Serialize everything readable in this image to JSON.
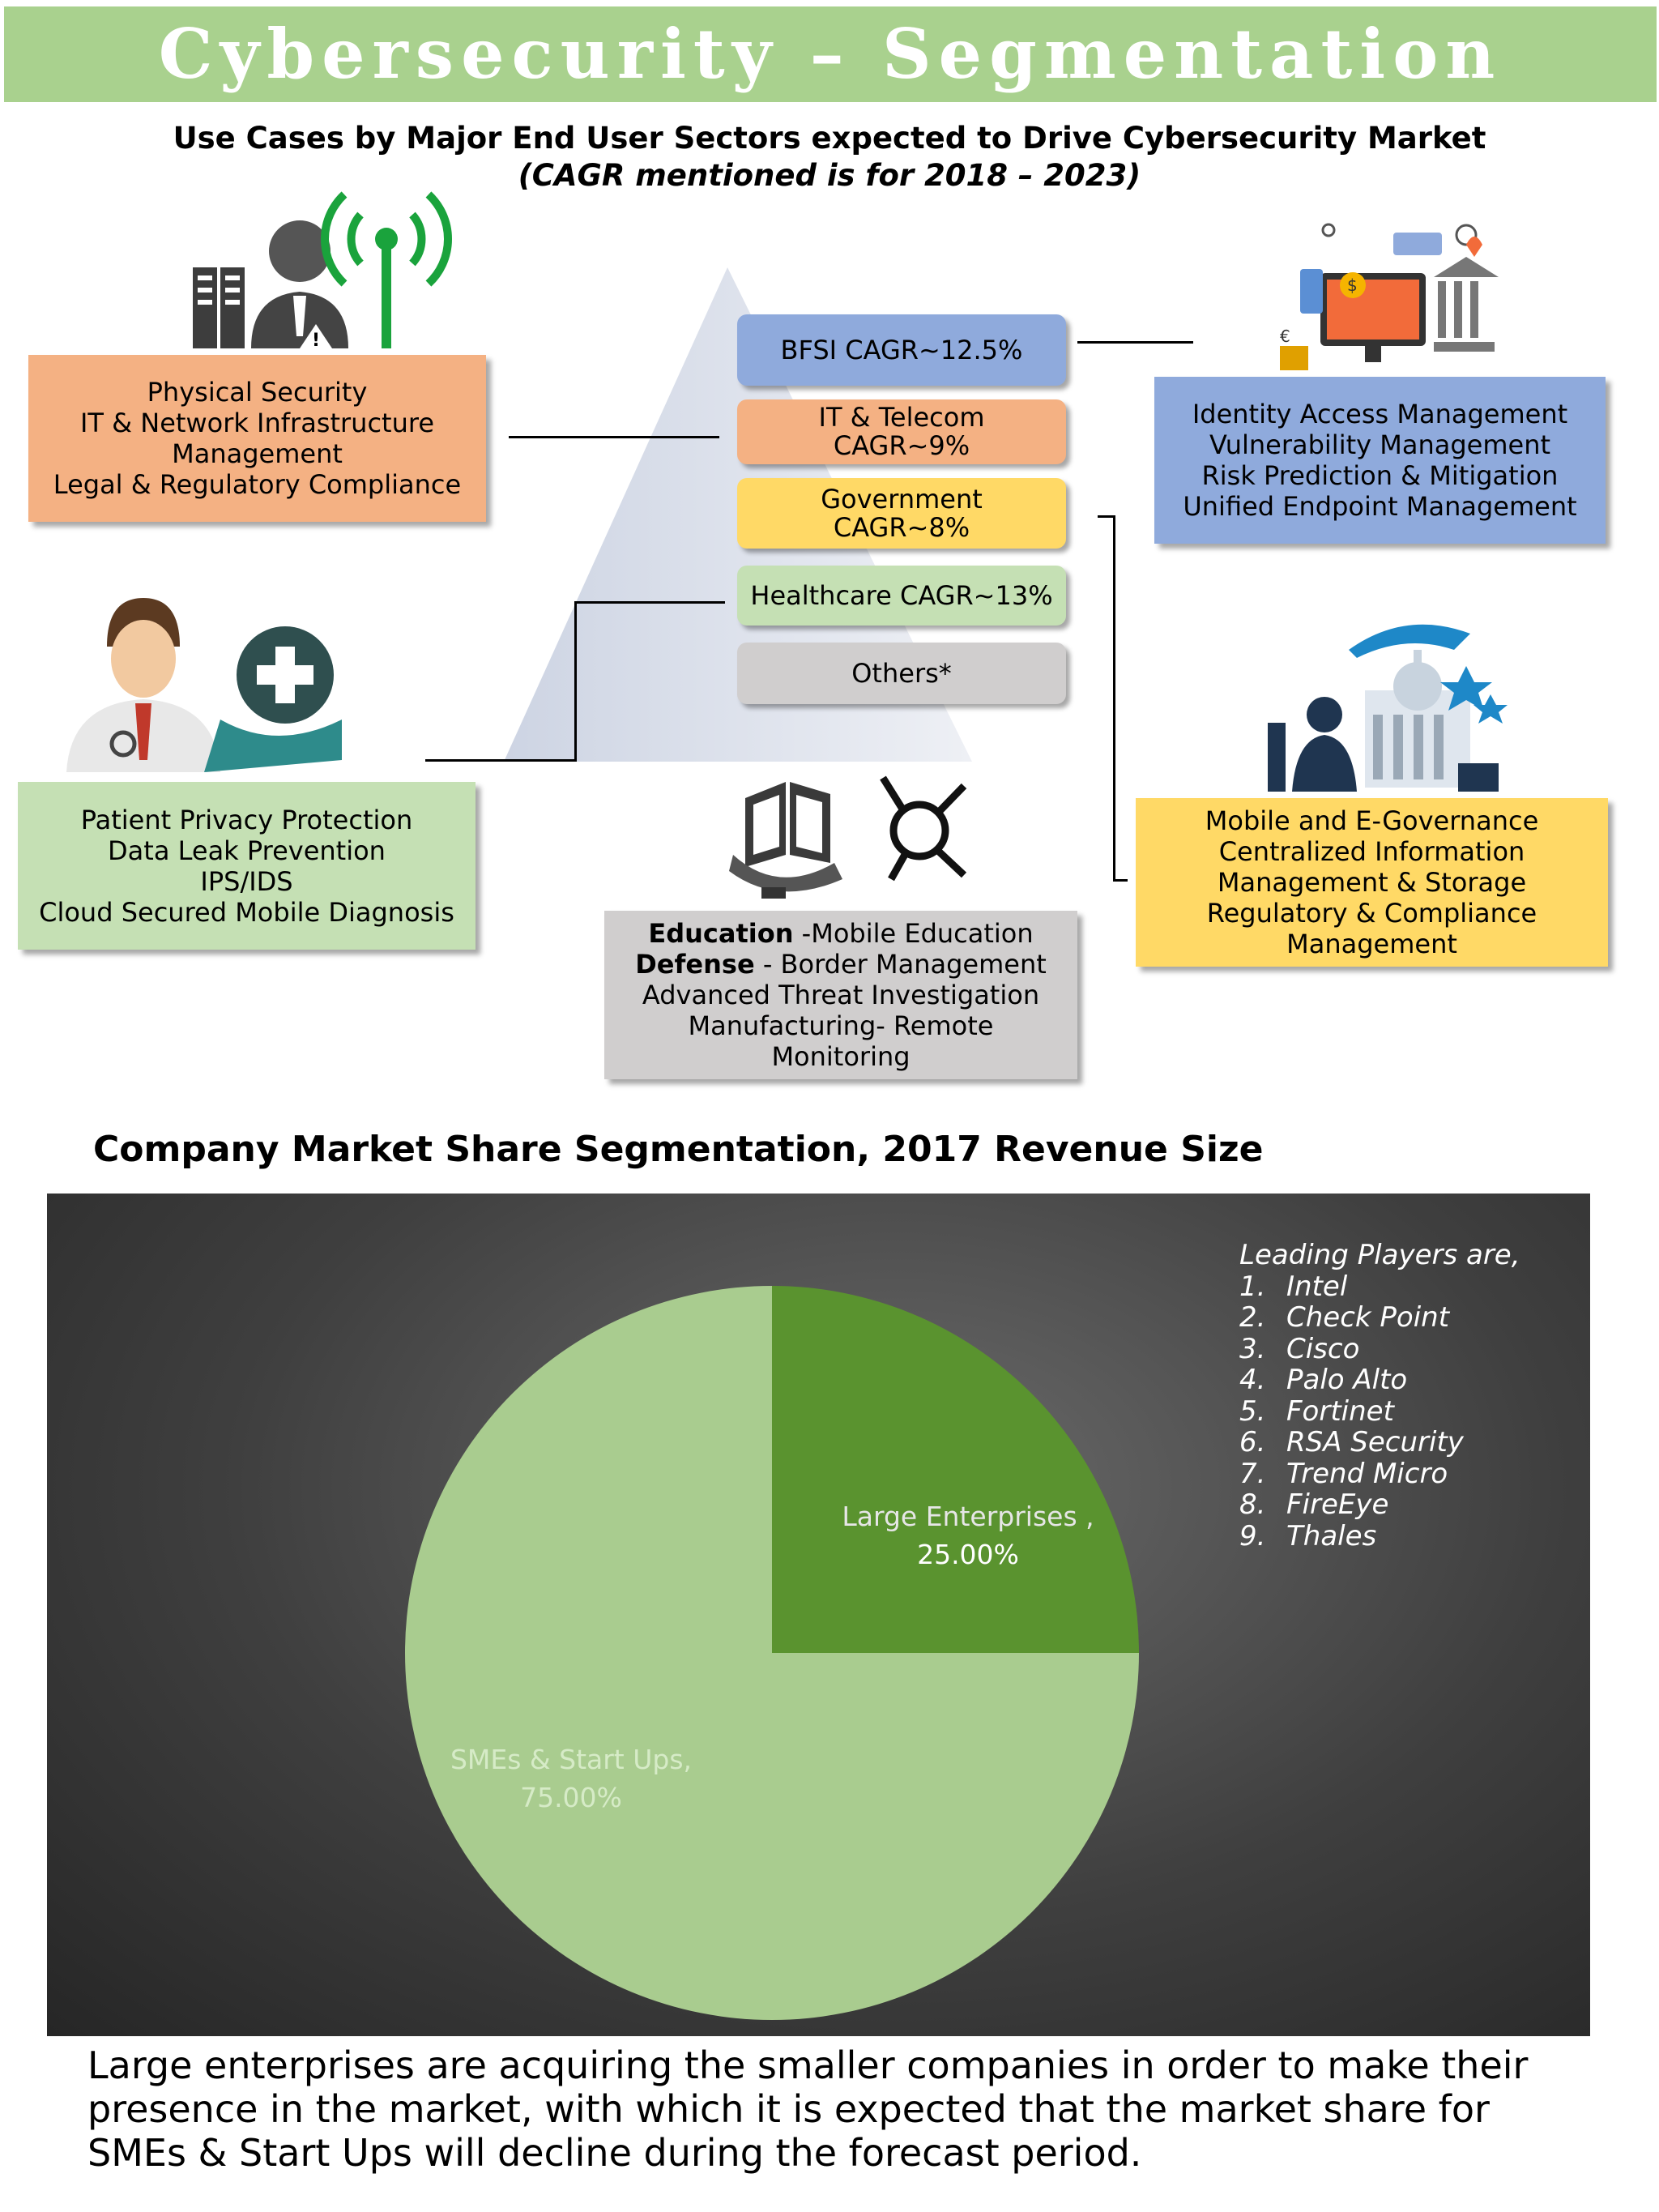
{
  "title": "Cybersecurity – Segmentation",
  "subtitle": {
    "line1": "Use Cases by Major End User Sectors expected to Drive Cybersecurity Market",
    "line2": "(CAGR mentioned is for 2018 – 2023)"
  },
  "pyramid": {
    "levels": [
      {
        "label": "BFSI CAGR~12.5%"
      },
      {
        "label": "IT & Telecom",
        "label2": "CAGR~9%"
      },
      {
        "label": "Government",
        "label2": "CAGR~8%"
      },
      {
        "label": "Healthcare CAGR~13%"
      },
      {
        "label": "Others*"
      }
    ]
  },
  "use_cases": {
    "it_telecom": [
      "Physical Security",
      "IT & Network Infrastructure",
      "Management",
      "Legal & Regulatory Compliance"
    ],
    "bfsi": [
      "Identity Access Management",
      "Vulnerability Management",
      "Risk Prediction & Mitigation",
      "Unified Endpoint Management"
    ],
    "healthcare": [
      "Patient Privacy Protection",
      "Data Leak Prevention",
      "IPS/IDS",
      "Cloud Secured Mobile Diagnosis"
    ],
    "government": [
      "Mobile and E-Governance",
      "Centralized Information",
      "Management & Storage",
      "Regulatory & Compliance",
      "Management"
    ],
    "others": {
      "education_bold": "Education",
      "education_rest": " -Mobile Education",
      "defense_bold": "Defense",
      "defense_rest": " - Border Management",
      "line3": "Advanced Threat Investigation",
      "line4": "Manufacturing- Remote",
      "line5": "Monitoring"
    }
  },
  "market_share": {
    "heading": "Company Market Share Segmentation, 2017 Revenue Size",
    "players_heading": "Leading Players are,",
    "players": [
      "Intel",
      "Check Point",
      "Cisco",
      "Palo Alto",
      "Fortinet",
      "RSA Security",
      "Trend Micro",
      "FireEye",
      "Thales"
    ],
    "colors": {
      "large": "#5a932f",
      "smes": "#a9cc8f"
    }
  },
  "chart_data": {
    "type": "pie",
    "title": "",
    "categories": [
      "Large Enterprises",
      "SMEs & Start Ups"
    ],
    "values": [
      25.0,
      75.0
    ],
    "labels": [
      {
        "name": "Large Enterprises ,",
        "value": "25.00%"
      },
      {
        "name": "SMEs & Start Ups,",
        "value": "75.00%"
      }
    ]
  },
  "footer": "Large enterprises are acquiring the smaller companies in order to make their presence in the market, with which it is expected that the market share for SMEs & Start Ups will decline during the forecast period."
}
